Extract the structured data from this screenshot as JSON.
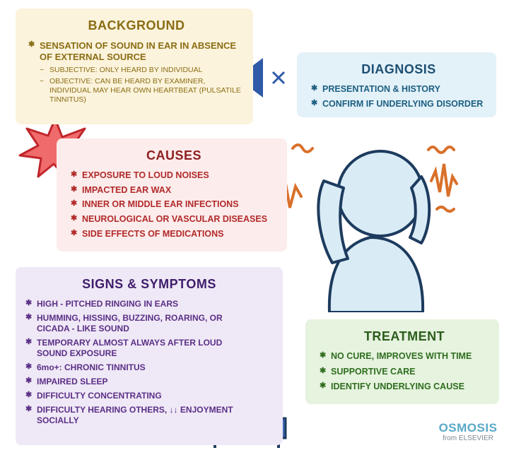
{
  "background": {
    "title": "BACKGROUND",
    "main": "SENSATION of SOUND in EAR in ABSENCE of EXTERNAL SOURCE",
    "sub": [
      "SUBJECTIVE: ONLY HEARD BY INDIVIDUAL",
      "OBJECTIVE: CAN BE HEARD by EXAMINER, INDIVIDUAL MAY HEAR OWN HEARTBEAT (PULSATILE TINNITUS)"
    ]
  },
  "diagnosis": {
    "title": "DIAGNOSIS",
    "items": [
      "PRESENTATION & HISTORY",
      "CONFIRM if UNDERLYING DISORDER"
    ]
  },
  "causes": {
    "title": "CAUSES",
    "items": [
      "EXPOSURE to LOUD NOISES",
      "IMPACTED EAR WAX",
      "INNER or MIDDLE EAR INFECTIONS",
      "NEUROLOGICAL or VASCULAR DISEASES",
      "SIDE EFFECTS of MEDICATIONS"
    ]
  },
  "signs": {
    "title": "SIGNS & SYMPTOMS",
    "items": [
      "HIGH - PITCHED RINGING in EARS",
      "HUMMING, HISSING, BUZZING, ROARING, or CICADA - LIKE SOUND",
      "TEMPORARY ALMOST ALWAYS after LOUD SOUND EXPOSURE",
      "6mo+: CHRONIC TINNITUS",
      "IMPAIRED SLEEP",
      "DIFFICULTY CONCENTRATING",
      "DIFFICULTY HEARING OTHERS, ↓↓ ENJOYMENT SOCIALLY"
    ]
  },
  "treatment": {
    "title": "TREATMENT",
    "items": [
      "NO CURE, IMPROVES with TIME",
      "SUPPORTIVE CARE",
      "IDENTIFY UNDERLYING CAUSE"
    ]
  },
  "brand": {
    "name": "OSMOSIS",
    "sub": "from ELSEVIER"
  },
  "colors": {
    "background": "#8a6d14",
    "diagnosis": "#1c5f82",
    "causes": "#b22a2a",
    "signs": "#5a2f86",
    "treatment": "#2f6e1f",
    "sound_wave": "#d9702a"
  }
}
